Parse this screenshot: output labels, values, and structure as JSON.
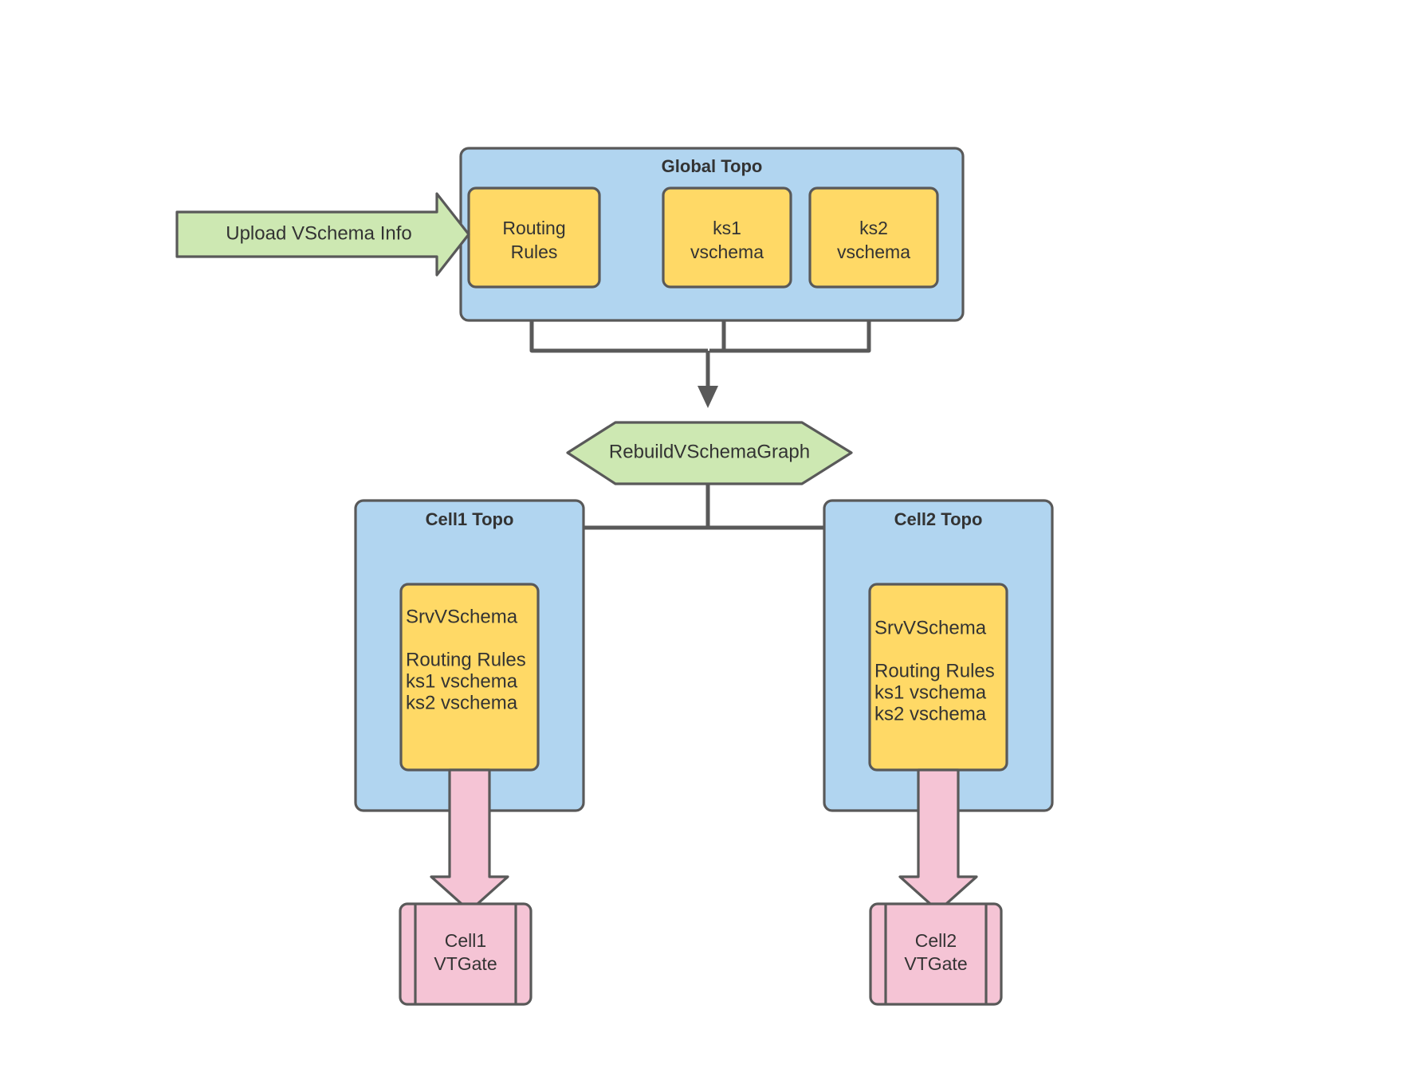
{
  "diagram": {
    "title_visible": false,
    "colors": {
      "container_fill": "#B1D5F0",
      "node_fill": "#FFD966",
      "green_fill": "#CDE8B2",
      "pink_fill": "#F5C4D5",
      "stroke": "#595959",
      "text": "#333333",
      "background": "#FFFFFF"
    }
  },
  "global_topo": {
    "title": "Global Topo",
    "nodes": [
      {
        "id": "routing-rules",
        "line1": "Routing",
        "line2": "Rules"
      },
      {
        "id": "ks1-vschema",
        "line1": "ks1",
        "line2": "vschema"
      },
      {
        "id": "ks2-vschema",
        "line1": "ks2",
        "line2": "vschema"
      }
    ]
  },
  "upload_arrow": {
    "label": "Upload VSchema Info"
  },
  "process": {
    "label": "RebuildVSchemaGraph"
  },
  "cells": [
    {
      "id": "cell1",
      "title": "Cell1 Topo",
      "srv": {
        "heading": "SrvVSchema",
        "items": [
          "Routing Rules",
          "ks1 vschema",
          "ks2 vschema"
        ]
      },
      "vtgate": {
        "line1": "Cell1",
        "line2": "VTGate"
      }
    },
    {
      "id": "cell2",
      "title": "Cell2 Topo",
      "srv": {
        "heading": "SrvVSchema",
        "items": [
          "Routing Rules",
          "ks1 vschema",
          "ks2 vschema"
        ]
      },
      "vtgate": {
        "line1": "Cell2",
        "line2": "VTGate"
      }
    }
  ]
}
